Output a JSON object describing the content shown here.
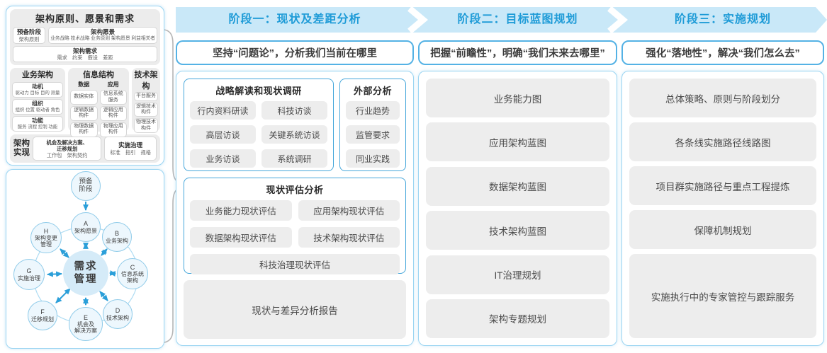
{
  "colors": {
    "band_bg": "#c9e8f8",
    "band_text": "#1e9bd7",
    "container_border": "#9bd5f2",
    "group_border": "#45a6da",
    "subtitle_border": "#54b2e5",
    "gray_box": "#ededed",
    "arrow_blue": "#2b9fd9",
    "circle_fill": "#edf7fd",
    "center_circle_fill": "#d5ebf8",
    "brace_gray": "#b5b5b5"
  },
  "left_top": {
    "title": "架构原则、愿景和需求",
    "prep_title": "预备阶段",
    "prep_sub": "架构原则",
    "vision_title": "架构愿景",
    "vision_sub": "业务战略 技术战略 业务原则 架构愿景 利益相关者",
    "req_title": "架构需求",
    "req_sub": "需求　约束　假设　差距",
    "business_title": "业务架构",
    "business_items": [
      {
        "t": "动机",
        "s": "驱动力 目标 目的 测量"
      },
      {
        "t": "组织",
        "s": "组织 位置 驱动者 角色"
      },
      {
        "t": "功能",
        "s": "服务 流程 控制 功能"
      }
    ],
    "info_title": "信息结构",
    "data_title": "数据",
    "data_items": [
      "数据实体",
      "逻辑数据\n构件",
      "物理数据\n构件"
    ],
    "app_title": "应用",
    "app_items": [
      "信息系统\n服务",
      "逻辑应用\n构件",
      "物理应用\n构件"
    ],
    "tech_title": "技术架构",
    "tech_items": [
      "平台服务",
      "逻辑技术\n构件",
      "物理技术\n构件"
    ],
    "realize_label": "架构\n实现",
    "realize_box1_t": "机会及解决方案、\n迁移规划",
    "realize_box1_s": "工作包　架构契约",
    "realize_box2_t": "实施治理",
    "realize_box2_s": "标准　指引　规格"
  },
  "adm": {
    "prep": "预备\n阶段",
    "center": "需求\n管理",
    "nodes": [
      {
        "letter": "A",
        "name": "架构愿景"
      },
      {
        "letter": "B",
        "name": "业务架构"
      },
      {
        "letter": "C",
        "name": "信息系统\n架构"
      },
      {
        "letter": "D",
        "name": "技术架构"
      },
      {
        "letter": "E",
        "name": "机会及\n解决方案"
      },
      {
        "letter": "F",
        "name": "迁移规划"
      },
      {
        "letter": "G",
        "name": "实施治理"
      },
      {
        "letter": "H",
        "name": "架构变更\n管理"
      }
    ]
  },
  "phases": [
    {
      "header": "阶段一：现状及差距分析",
      "subtitle": "坚持“问题论”，分析我们当前在哪里",
      "group1_title": "战略解读和现状调研",
      "group1_items": [
        "行内资料研读",
        "科技访谈",
        "高层访谈",
        "关键系统访谈",
        "业务访谈",
        "系统调研"
      ],
      "group2_title": "外部分析",
      "group2_items": [
        "行业趋势",
        "监管要求",
        "同业实践"
      ],
      "group3_title": "现状评估分析",
      "group3_items": [
        "业务能力现状评估",
        "应用架构现状评估",
        "数据架构现状评估",
        "技术架构现状评估",
        "科技治理现状评估"
      ],
      "report": "现状与差异分析报告"
    },
    {
      "header": "阶段二：目标蓝图规划",
      "subtitle": "把握“前瞻性”，明确“我们未来去哪里”",
      "items": [
        "业务能力图",
        "应用架构蓝图",
        "数据架构蓝图",
        "技术架构蓝图",
        "IT治理规划",
        "架构专题规划"
      ]
    },
    {
      "header": "阶段三：实施规划",
      "subtitle": "强化“落地性”，解决“我们怎么去”",
      "items": [
        "总体策略、原则与阶段划分",
        "各条线实施路径线路图",
        "项目群实施路径与重点工程提炼",
        "保障机制规划",
        "实施执行中的专家管控与跟踪服务"
      ]
    }
  ]
}
